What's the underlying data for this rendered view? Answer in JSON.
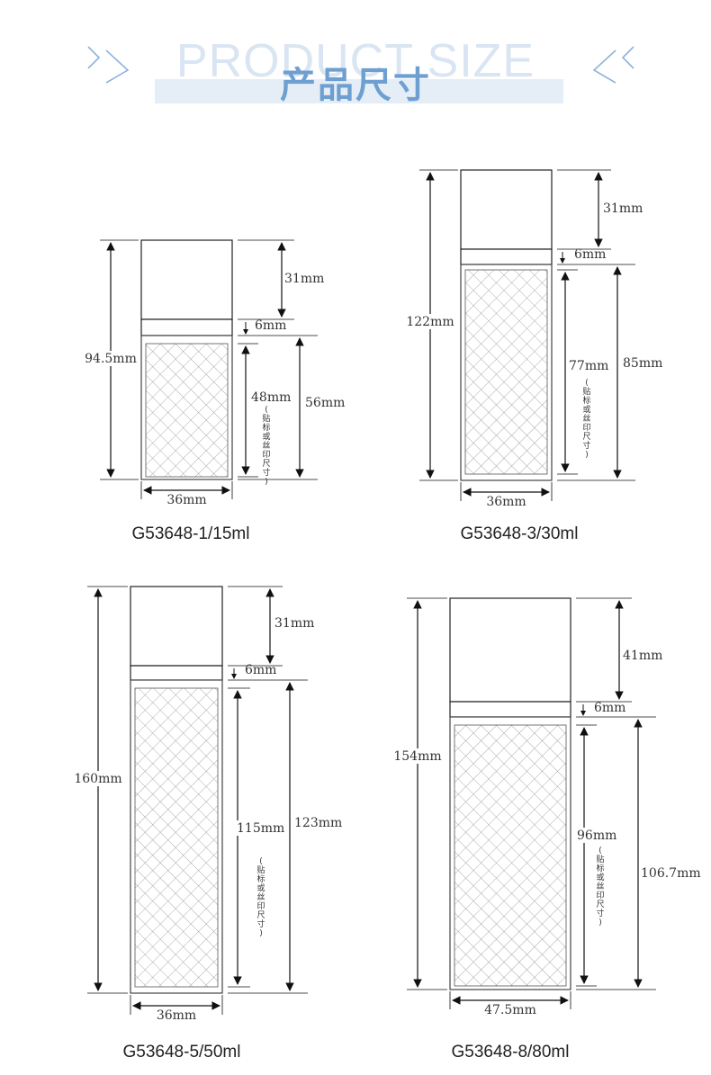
{
  "header": {
    "bg_title": "PRODUCT SIZE",
    "main_title": "产品尺寸",
    "left_chevron_icon": "double-chevron-right-icon",
    "right_chevron_icon": "double-chevron-left-icon"
  },
  "label_note": "(贴标或丝印尺寸)",
  "products": [
    {
      "model": "G53648-1/15ml",
      "dims": {
        "total": "94.5mm",
        "cap": "31mm",
        "neck": "6mm",
        "label": "48mm",
        "body": "56mm",
        "width": "36mm"
      }
    },
    {
      "model": "G53648-3/30ml",
      "dims": {
        "total": "122mm",
        "cap": "31mm",
        "neck": "6mm",
        "label": "77mm",
        "body": "85mm",
        "width": "36mm"
      }
    },
    {
      "model": "G53648-5/50ml",
      "dims": {
        "total": "160mm",
        "cap": "31mm",
        "neck": "6mm",
        "label": "115mm",
        "body": "123mm",
        "width": "36mm"
      }
    },
    {
      "model": "G53648-8/80ml",
      "dims": {
        "total": "154mm",
        "cap": "41mm",
        "neck": "6mm",
        "label": "96mm",
        "body": "106.7mm",
        "width": "47.5mm"
      }
    }
  ]
}
